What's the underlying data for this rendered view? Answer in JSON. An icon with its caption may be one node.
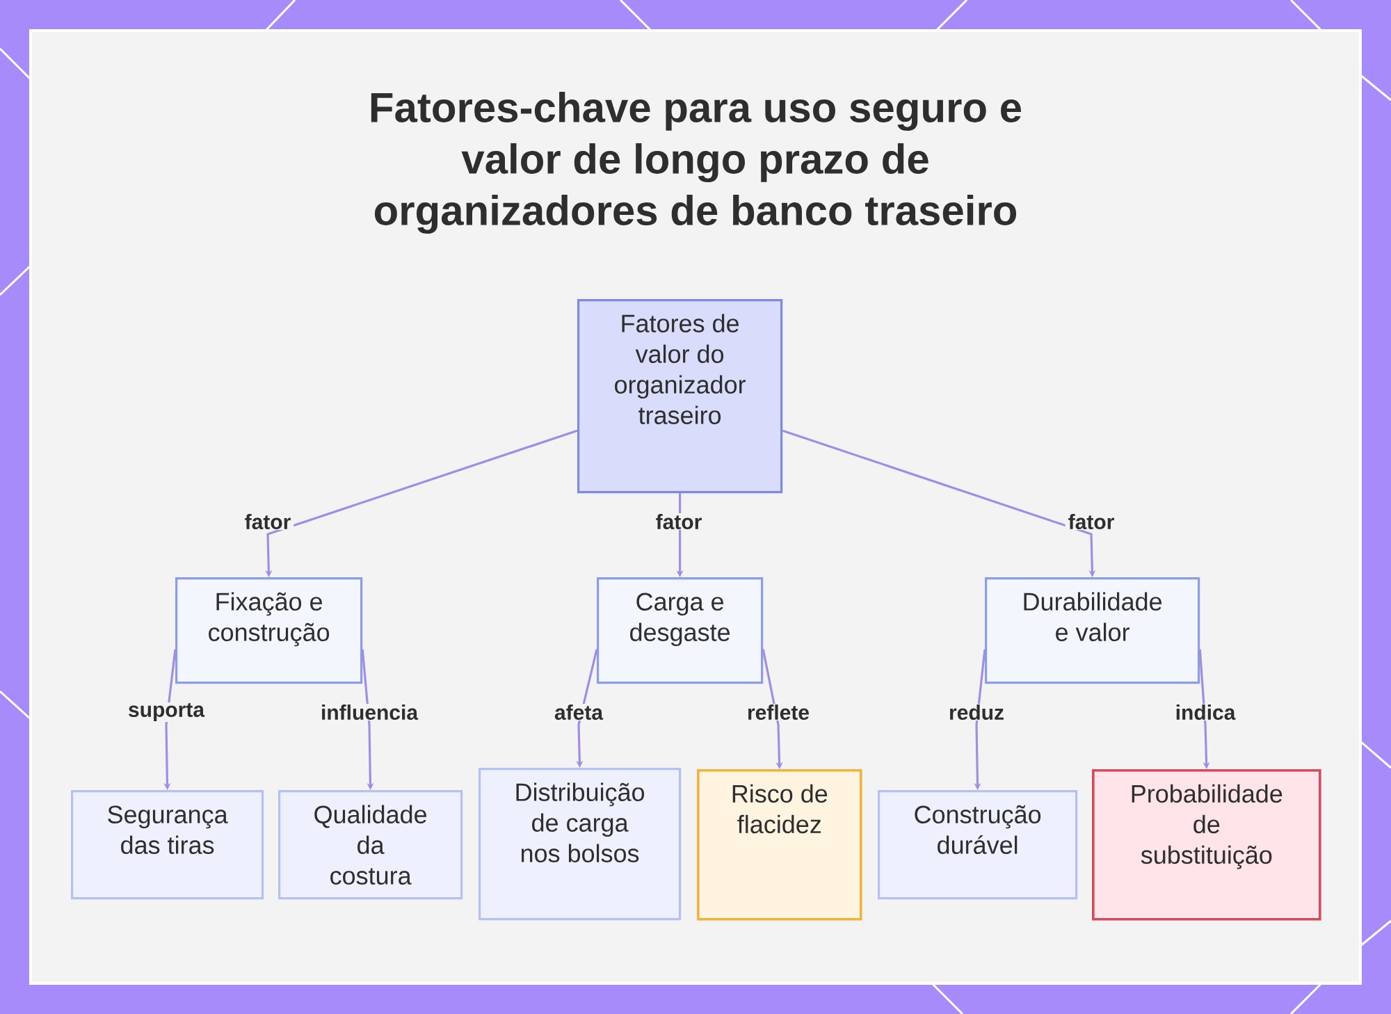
{
  "diagram": {
    "title": "Fatores-chave para uso seguro e valor de longo prazo de organizadores de banco traseiro",
    "nodes": [
      {
        "text": [
          "Fatores de valor do organizador traseiro"
        ]
      },
      {
        "text": [
          "Fixação e construção"
        ]
      },
      {
        "text": [
          "Carga e desgaste"
        ]
      },
      {
        "text": [
          "Durabilidade e valor"
        ]
      },
      {
        "text": [
          "Segurança das tiras"
        ]
      },
      {
        "text": [
          "Qualidade da costura"
        ]
      },
      {
        "text": [
          "Distribuição de carga nos bolsos"
        ]
      },
      {
        "text": [
          "Risco de flacidez"
        ]
      },
      {
        "text": [
          "Construção durável"
        ]
      },
      {
        "text": [
          "Probabilidade de substituição"
        ]
      }
    ],
    "edges": [
      {
        "from": 0,
        "to": 1,
        "arrow": "to",
        "label": "fator"
      },
      {
        "from": 0,
        "to": 2,
        "arrow": "to",
        "label": "fator"
      },
      {
        "from": 0,
        "to": 3,
        "arrow": "to",
        "label": "fator"
      },
      {
        "from": 1,
        "to": 4,
        "arrow": "to",
        "label": "suporta"
      },
      {
        "from": 1,
        "to": 5,
        "arrow": "to",
        "label": "influencia"
      },
      {
        "from": 2,
        "to": 6,
        "arrow": "to",
        "label": "afeta"
      },
      {
        "from": 2,
        "to": 7,
        "arrow": "to",
        "label": "reflete"
      },
      {
        "from": 3,
        "to": 8,
        "arrow": "to",
        "label": "reduz"
      },
      {
        "from": 3,
        "to": 9,
        "arrow": "to",
        "label": "indica"
      }
    ]
  }
}
